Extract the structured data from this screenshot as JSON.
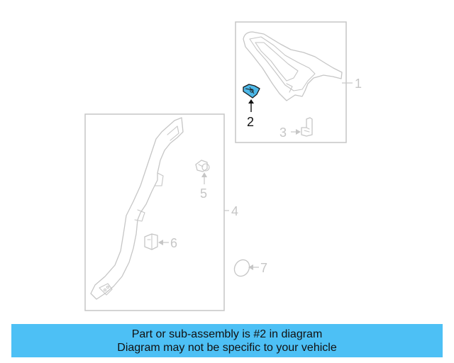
{
  "diagram": {
    "accent_color": "#4dc0f5",
    "highlight_part_color": "#4db8e8",
    "highlighted_callout": "2",
    "callouts": {
      "c1": "1",
      "c2": "2",
      "c3": "3",
      "c4": "4",
      "c5": "5",
      "c6": "6",
      "c7": "7"
    }
  },
  "banner": {
    "line1": "Part or sub-assembly is #2 in diagram",
    "line2": "Diagram may not be specific to your vehicle"
  }
}
